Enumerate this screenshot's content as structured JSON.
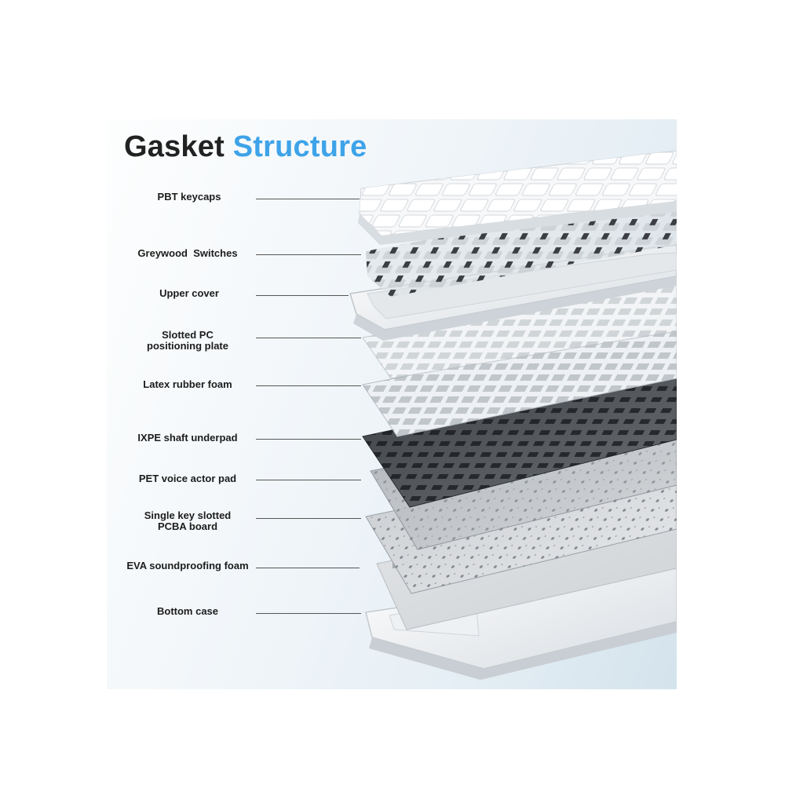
{
  "title": {
    "part1": "Gasket",
    "part2": "Structure",
    "color1": "#222222",
    "color2": "#3ea3e8"
  },
  "layers": [
    {
      "id": "pbt-keycaps",
      "lines": [
        "PBT keycaps"
      ]
    },
    {
      "id": "greywood-switches",
      "lines": [
        "Greywood  Switches"
      ]
    },
    {
      "id": "upper-cover",
      "lines": [
        "Upper cover"
      ]
    },
    {
      "id": "slotted-pc-positioning-plate",
      "lines": [
        "Slotted PC",
        "positioning plate"
      ]
    },
    {
      "id": "latex-rubber-foam",
      "lines": [
        "Latex rubber foam"
      ]
    },
    {
      "id": "ixpe-shaft-underpad",
      "lines": [
        "IXPE shaft underpad"
      ]
    },
    {
      "id": "pet-voice-actor-pad",
      "lines": [
        "PET voice actor pad"
      ]
    },
    {
      "id": "single-key-slotted-pcba-board",
      "lines": [
        "Single key slotted",
        "PCBA board"
      ]
    },
    {
      "id": "eva-soundproofing-foam",
      "lines": [
        "EVA soundproofing foam"
      ]
    },
    {
      "id": "bottom-case",
      "lines": [
        "Bottom case"
      ]
    }
  ]
}
